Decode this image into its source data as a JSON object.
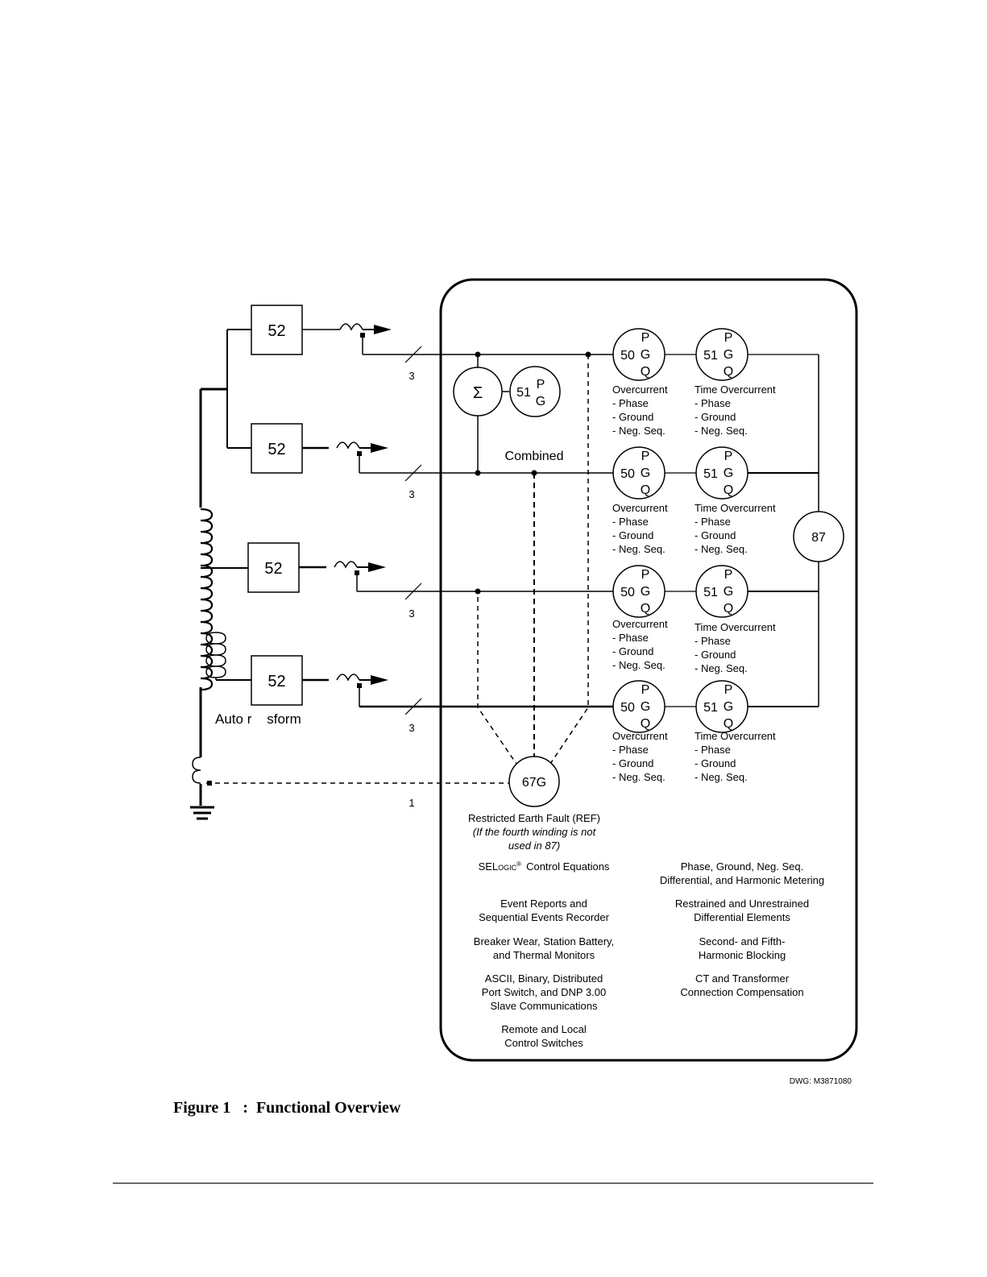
{
  "breaker_label": "52",
  "breakers": [
    {
      "label": "52",
      "ct_count": "3"
    },
    {
      "label": "52",
      "ct_count": "3"
    },
    {
      "label": "52",
      "ct_count": "3"
    },
    {
      "label": "52",
      "ct_count": "3"
    }
  ],
  "neutral_ct_count": "1",
  "transformer_label": "Auto r    sform",
  "sum_symbol": "Σ",
  "combined_relay": {
    "num": "51",
    "top": "P",
    "bottom": "G"
  },
  "combined_label": "Combined",
  "relay_50": {
    "num": "50",
    "lines": [
      "P",
      "G",
      "Q"
    ]
  },
  "relay_51": {
    "num": "51",
    "lines": [
      "P",
      "G",
      "Q"
    ]
  },
  "overcurrent_labels": [
    "Overcurrent",
    "- Phase",
    "- Ground",
    "- Neg. Seq."
  ],
  "time_overcurrent_labels": [
    "Time Overcurrent",
    "- Phase",
    "- Ground",
    "- Neg. Seq."
  ],
  "differential_relay": "87",
  "ref_relay": "67G",
  "ref_caption": {
    "title": "Restricted Earth Fault (REF)",
    "note_line1": "(If the fourth winding is not",
    "note_line2": "used in 87)"
  },
  "selogic": {
    "sel": "SEL",
    "ogic": "OGIC",
    "reg": "®",
    "rest": "Control Equations"
  },
  "features_left": [
    [
      "Event Reports and",
      "Sequential Events Recorder"
    ],
    [
      "Breaker Wear, Station Battery,",
      "and Thermal Monitors"
    ],
    [
      "ASCII, Binary,  Distributed",
      "Port Switch, and DNP 3.00",
      "Slave Communications"
    ],
    [
      "Remote and Local",
      "Control Switches"
    ]
  ],
  "features_right": [
    [
      "Phase, Ground, Neg. Seq.",
      "Differential, and Harmonic Metering"
    ],
    [
      "Restrained and Unrestrained",
      "Differential Elements"
    ],
    [
      "Second- and Fifth-",
      "Harmonic Blocking"
    ],
    [
      "CT and Transformer",
      "Connection Compensation"
    ]
  ],
  "drawing_number": "DWG: M3871080",
  "figure_caption": "Figure 1   :  Functional Overview"
}
